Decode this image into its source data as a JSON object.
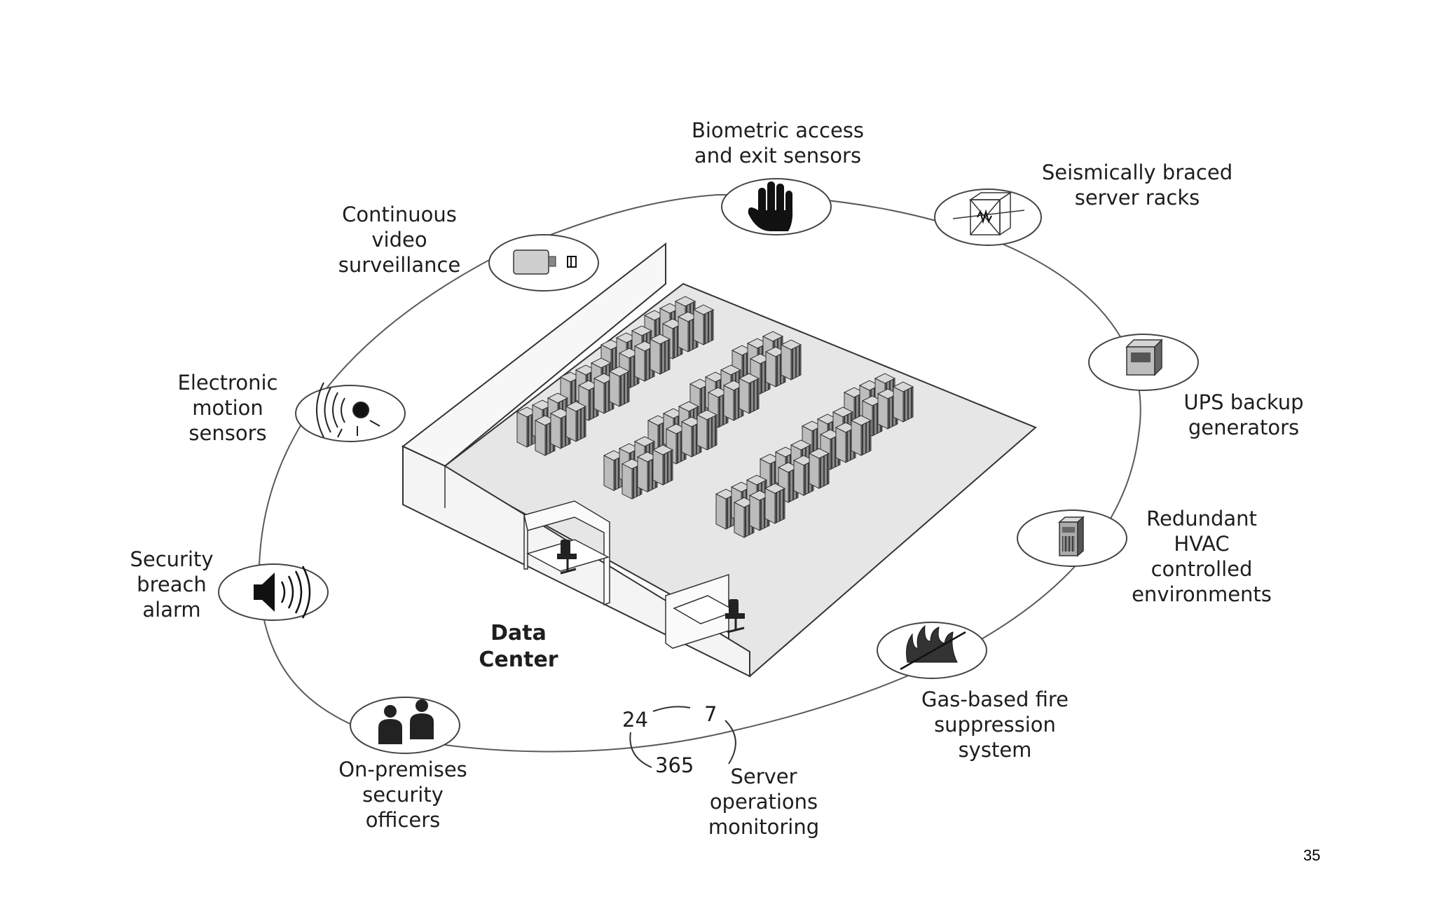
{
  "labels": {
    "biometric": "Biometric access\nand exit sensors",
    "seismic": "Seismically braced\nserver racks",
    "video": "Continuous\nvideo\nsurveillance",
    "motion": "Electronic\nmotion\nsensors",
    "ups": "UPS backup\ngenerators",
    "hvac": "Redundant\nHVAC\ncontrolled\nenvironments",
    "alarm": "Security\nbreach\nalarm",
    "fire": "Gas-based fire\nsuppression\nsystem",
    "officers": "On-premises\nsecurity\nofficers",
    "monitoring": "Server\noperations\nmonitoring",
    "datacenter": "Data\nCenter"
  },
  "monitoring_numbers": {
    "hours": "24",
    "days": "7",
    "year": "365"
  },
  "icons": {
    "biometric": "hand-icon",
    "seismic": "braced-rack-icon",
    "video": "video-camera-icon",
    "motion": "motion-sensor-icon",
    "ups": "ups-generator-icon",
    "hvac": "hvac-unit-icon",
    "alarm": "speaker-alarm-icon",
    "fire": "fire-icon",
    "officers": "security-officers-icon"
  },
  "page_number": "35"
}
